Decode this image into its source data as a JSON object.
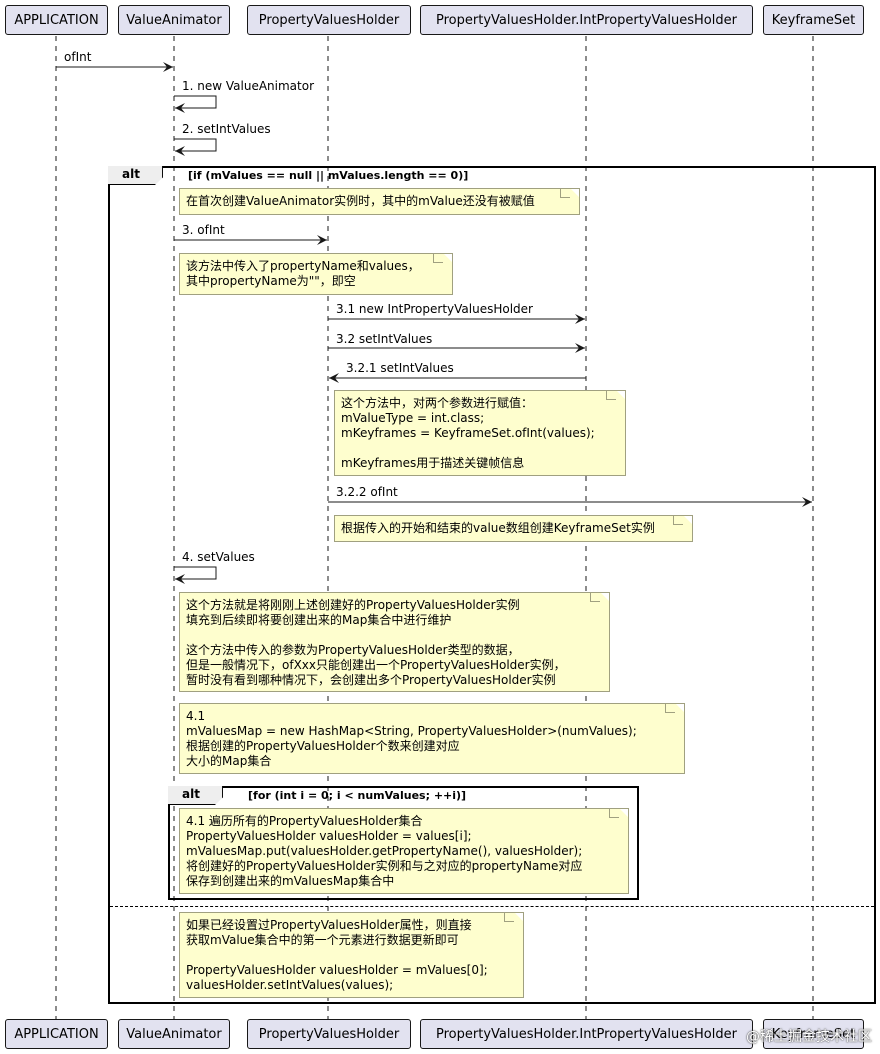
{
  "participants": [
    "APPLICATION",
    "ValueAnimator",
    "PropertyValuesHolder",
    "PropertyValuesHolder.IntPropertyValuesHolder",
    "KeyframeSet"
  ],
  "messages": [
    "ofInt",
    "1. new ValueAnimator",
    "2. setIntValues",
    "3. ofInt",
    "3.1 new IntPropertyValuesHolder",
    "3.2 setIntValues",
    "3.2.1 setIntValues",
    "3.2.2 ofInt",
    "4. setValues"
  ],
  "alt_outer": {
    "keyword": "alt",
    "guard": "[if (mValues == null || mValues.length == 0)]"
  },
  "alt_inner": {
    "keyword": "alt",
    "guard": "[for (int i = 0; i < numValues; ++i)]"
  },
  "notes": {
    "n1": "在首次创建ValueAnimator实例时，其中的mValue还没有被赋值",
    "n2": "该方法中传入了propertyName和values，\n其中propertyName为\"\"，即空",
    "n3": "这个方法中，对两个参数进行赋值：\nmValueType = int.class;\nmKeyframes = KeyframeSet.ofInt(values);\n\nmKeyframes用于描述关键帧信息",
    "n4": "根据传入的开始和结束的value数组创建KeyframeSet实例",
    "n5": "这个方法就是将刚刚上述创建好的PropertyValuesHolder实例\n填充到后续即将要创建出来的Map集合中进行维护\n\n这个方法中传入的参数为PropertyValuesHolder类型的数据，\n但是一般情况下，ofXxx只能创建出一个PropertyValuesHolder实例，\n暂时没有看到哪种情况下，会创建出多个PropertyValuesHolder实例",
    "n6": "4.1\nmValuesMap = new HashMap<String, PropertyValuesHolder>(numValues);\n根据创建的PropertyValuesHolder个数来创建对应\n大小的Map集合",
    "n7": "4.1 遍历所有的PropertyValuesHolder集合\nPropertyValuesHolder valuesHolder = values[i];\nmValuesMap.put(valuesHolder.getPropertyName(), valuesHolder);\n将创建好的PropertyValuesHolder实例和与之对应的propertyName对应\n保存到创建出来的mValuesMap集合中",
    "n8": "如果已经设置过PropertyValuesHolder属性，则直接\n获取mValue集合中的第一个元素进行数据更新即可\n\nPropertyValuesHolder valuesHolder = mValues[0];\nvaluesHolder.setIntValues(values);"
  },
  "watermark": "@稀土掘金技术社区",
  "colors": {
    "participant_fill": "#e2e2f0",
    "note_fill": "#fefece",
    "line": "#181818"
  }
}
